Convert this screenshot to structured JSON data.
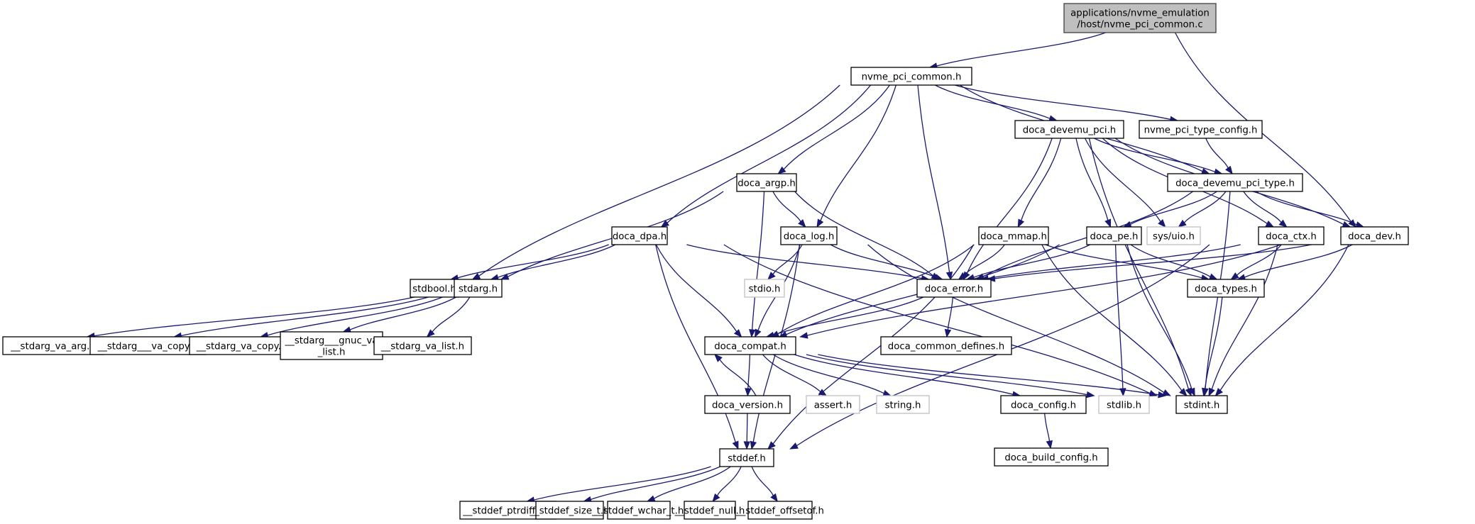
{
  "title": "Include dependency graph for nvme_pci_common.c",
  "colors": {
    "edge": "#191970",
    "root_fill": "#bfbfbf",
    "node_border": "#000000",
    "external_border": "#bfbfbf"
  },
  "nodes": [
    {
      "id": "root",
      "lines": [
        "applications/nvme_emulation",
        "/host/nvme_pci_common.c"
      ],
      "kind": "root"
    },
    {
      "id": "nvme_pci_common_h",
      "lines": [
        "nvme_pci_common.h"
      ],
      "kind": "local"
    },
    {
      "id": "doca_devemu_pci_h",
      "lines": [
        "doca_devemu_pci.h"
      ],
      "kind": "local"
    },
    {
      "id": "nvme_pci_type_config_h",
      "lines": [
        "nvme_pci_type_config.h"
      ],
      "kind": "local"
    },
    {
      "id": "doca_devemu_pci_type_h",
      "lines": [
        "doca_devemu_pci_type.h"
      ],
      "kind": "local"
    },
    {
      "id": "doca_argp_h",
      "lines": [
        "doca_argp.h"
      ],
      "kind": "local"
    },
    {
      "id": "doca_dpa_h",
      "lines": [
        "doca_dpa.h"
      ],
      "kind": "local"
    },
    {
      "id": "doca_log_h",
      "lines": [
        "doca_log.h"
      ],
      "kind": "local"
    },
    {
      "id": "doca_mmap_h",
      "lines": [
        "doca_mmap.h"
      ],
      "kind": "local"
    },
    {
      "id": "doca_pe_h",
      "lines": [
        "doca_pe.h"
      ],
      "kind": "local"
    },
    {
      "id": "sys_uio_h",
      "lines": [
        "sys/uio.h"
      ],
      "kind": "external"
    },
    {
      "id": "doca_ctx_h",
      "lines": [
        "doca_ctx.h"
      ],
      "kind": "local"
    },
    {
      "id": "doca_dev_h",
      "lines": [
        "doca_dev.h"
      ],
      "kind": "local"
    },
    {
      "id": "stdbool_h",
      "lines": [
        "stdbool.h"
      ],
      "kind": "local"
    },
    {
      "id": "stdarg_h",
      "lines": [
        "stdarg.h"
      ],
      "kind": "local"
    },
    {
      "id": "stdio_h",
      "lines": [
        "stdio.h"
      ],
      "kind": "external"
    },
    {
      "id": "doca_error_h",
      "lines": [
        "doca_error.h"
      ],
      "kind": "local"
    },
    {
      "id": "doca_types_h",
      "lines": [
        "doca_types.h"
      ],
      "kind": "local"
    },
    {
      "id": "stdarg_va_arg_h",
      "lines": [
        "__stdarg_va_arg.h"
      ],
      "kind": "local"
    },
    {
      "id": "stdarg___va_copy_h",
      "lines": [
        "__stdarg___va_copy.h"
      ],
      "kind": "local"
    },
    {
      "id": "stdarg_va_copy_h",
      "lines": [
        "__stdarg_va_copy.h"
      ],
      "kind": "local"
    },
    {
      "id": "stdarg___gnuc_va_list_h",
      "lines": [
        "__stdarg___gnuc_va",
        "_list.h"
      ],
      "kind": "local"
    },
    {
      "id": "stdarg_va_list_h",
      "lines": [
        "__stdarg_va_list.h"
      ],
      "kind": "local"
    },
    {
      "id": "doca_compat_h",
      "lines": [
        "doca_compat.h"
      ],
      "kind": "local"
    },
    {
      "id": "doca_common_defines_h",
      "lines": [
        "doca_common_defines.h"
      ],
      "kind": "local"
    },
    {
      "id": "doca_version_h",
      "lines": [
        "doca_version.h"
      ],
      "kind": "local"
    },
    {
      "id": "assert_h",
      "lines": [
        "assert.h"
      ],
      "kind": "external"
    },
    {
      "id": "string_h",
      "lines": [
        "string.h"
      ],
      "kind": "external"
    },
    {
      "id": "doca_config_h",
      "lines": [
        "doca_config.h"
      ],
      "kind": "local"
    },
    {
      "id": "stdlib_h",
      "lines": [
        "stdlib.h"
      ],
      "kind": "external"
    },
    {
      "id": "stdint_h",
      "lines": [
        "stdint.h"
      ],
      "kind": "local"
    },
    {
      "id": "doca_build_config_h",
      "lines": [
        "doca_build_config.h"
      ],
      "kind": "local"
    },
    {
      "id": "stddef_h",
      "lines": [
        "stddef.h"
      ],
      "kind": "local"
    },
    {
      "id": "stddef_ptrdiff_t_h",
      "lines": [
        "__stddef_ptrdiff_t.h"
      ],
      "kind": "local"
    },
    {
      "id": "stddef_size_t_h",
      "lines": [
        "__stddef_size_t.h"
      ],
      "kind": "local"
    },
    {
      "id": "stddef_wchar_t_h",
      "lines": [
        "__stddef_wchar_t.h"
      ],
      "kind": "local"
    },
    {
      "id": "stddef_null_h",
      "lines": [
        "__stddef_null.h"
      ],
      "kind": "local"
    },
    {
      "id": "stddef_offsetof_h",
      "lines": [
        "__stddef_offsetof.h"
      ],
      "kind": "local"
    }
  ],
  "edges": [
    [
      "root",
      "nvme_pci_common_h"
    ],
    [
      "root",
      "doca_dev_h"
    ],
    [
      "nvme_pci_common_h",
      "stdbool_h"
    ],
    [
      "nvme_pci_common_h",
      "doca_argp_h"
    ],
    [
      "nvme_pci_common_h",
      "doca_dpa_h"
    ],
    [
      "nvme_pci_common_h",
      "doca_log_h"
    ],
    [
      "nvme_pci_common_h",
      "doca_error_h"
    ],
    [
      "nvme_pci_common_h",
      "doca_devemu_pci_h"
    ],
    [
      "nvme_pci_common_h",
      "nvme_pci_type_config_h"
    ],
    [
      "nvme_pci_common_h",
      "doca_devemu_pci_type_h"
    ],
    [
      "doca_devemu_pci_h",
      "doca_error_h"
    ],
    [
      "doca_devemu_pci_h",
      "doca_mmap_h"
    ],
    [
      "doca_devemu_pci_h",
      "doca_pe_h"
    ],
    [
      "doca_devemu_pci_h",
      "sys_uio_h"
    ],
    [
      "doca_devemu_pci_h",
      "doca_ctx_h"
    ],
    [
      "doca_devemu_pci_h",
      "doca_devemu_pci_type_h"
    ],
    [
      "doca_devemu_pci_h",
      "doca_dev_h"
    ],
    [
      "doca_devemu_pci_h",
      "stdint_h"
    ],
    [
      "nvme_pci_type_config_h",
      "doca_devemu_pci_type_h"
    ],
    [
      "doca_devemu_pci_type_h",
      "doca_pe_h"
    ],
    [
      "doca_devemu_pci_type_h",
      "sys_uio_h"
    ],
    [
      "doca_devemu_pci_type_h",
      "doca_error_h"
    ],
    [
      "doca_devemu_pci_type_h",
      "doca_ctx_h"
    ],
    [
      "doca_devemu_pci_type_h",
      "doca_dev_h"
    ],
    [
      "doca_devemu_pci_type_h",
      "stdint_h"
    ],
    [
      "doca_argp_h",
      "stdarg_h"
    ],
    [
      "doca_argp_h",
      "doca_log_h"
    ],
    [
      "doca_argp_h",
      "doca_error_h"
    ],
    [
      "doca_argp_h",
      "doca_compat_h"
    ],
    [
      "doca_dpa_h",
      "stdbool_h"
    ],
    [
      "doca_dpa_h",
      "stdarg_h"
    ],
    [
      "doca_dpa_h",
      "doca_error_h"
    ],
    [
      "doca_dpa_h",
      "doca_compat_h"
    ],
    [
      "doca_dpa_h",
      "stddef_h"
    ],
    [
      "doca_dpa_h",
      "stdint_h"
    ],
    [
      "doca_log_h",
      "stdio_h"
    ],
    [
      "doca_log_h",
      "doca_error_h"
    ],
    [
      "doca_log_h",
      "doca_compat_h"
    ],
    [
      "doca_log_h",
      "stddef_h"
    ],
    [
      "doca_log_h",
      "stdint_h"
    ],
    [
      "doca_mmap_h",
      "doca_error_h"
    ],
    [
      "doca_mmap_h",
      "doca_compat_h"
    ],
    [
      "doca_mmap_h",
      "doca_types_h"
    ],
    [
      "doca_mmap_h",
      "stddef_h"
    ],
    [
      "doca_mmap_h",
      "stdint_h"
    ],
    [
      "doca_pe_h",
      "doca_error_h"
    ],
    [
      "doca_pe_h",
      "doca_compat_h"
    ],
    [
      "doca_pe_h",
      "doca_types_h"
    ],
    [
      "doca_pe_h",
      "stdlib_h"
    ],
    [
      "doca_pe_h",
      "stdint_h"
    ],
    [
      "doca_ctx_h",
      "doca_error_h"
    ],
    [
      "doca_ctx_h",
      "doca_types_h"
    ],
    [
      "doca_ctx_h",
      "stdint_h"
    ],
    [
      "doca_ctx_h",
      "stddef_h"
    ],
    [
      "doca_dev_h",
      "doca_error_h"
    ],
    [
      "doca_dev_h",
      "doca_types_h"
    ],
    [
      "doca_dev_h",
      "doca_compat_h"
    ],
    [
      "doca_dev_h",
      "stdint_h"
    ],
    [
      "stdarg_h",
      "stdarg_va_arg_h"
    ],
    [
      "stdarg_h",
      "stdarg___va_copy_h"
    ],
    [
      "stdarg_h",
      "stdarg_va_copy_h"
    ],
    [
      "stdarg_h",
      "stdarg___gnuc_va_list_h"
    ],
    [
      "stdarg_h",
      "stdarg_va_list_h"
    ],
    [
      "doca_error_h",
      "doca_compat_h"
    ],
    [
      "doca_error_h",
      "doca_common_defines_h"
    ],
    [
      "doca_types_h",
      "stdint_h"
    ],
    [
      "doca_compat_h",
      "doca_version_h"
    ],
    [
      "doca_compat_h",
      "assert_h"
    ],
    [
      "doca_compat_h",
      "string_h"
    ],
    [
      "doca_compat_h",
      "doca_config_h"
    ],
    [
      "doca_compat_h",
      "stdlib_h"
    ],
    [
      "doca_compat_h",
      "stdint_h"
    ],
    [
      "doca_version_h",
      "doca_compat_h"
    ],
    [
      "doca_version_h",
      "stddef_h"
    ],
    [
      "doca_config_h",
      "doca_build_config_h"
    ],
    [
      "stddef_h",
      "stddef_ptrdiff_t_h"
    ],
    [
      "stddef_h",
      "stddef_size_t_h"
    ],
    [
      "stddef_h",
      "stddef_wchar_t_h"
    ],
    [
      "stddef_h",
      "stddef_null_h"
    ],
    [
      "stddef_h",
      "stddef_offsetof_h"
    ]
  ]
}
